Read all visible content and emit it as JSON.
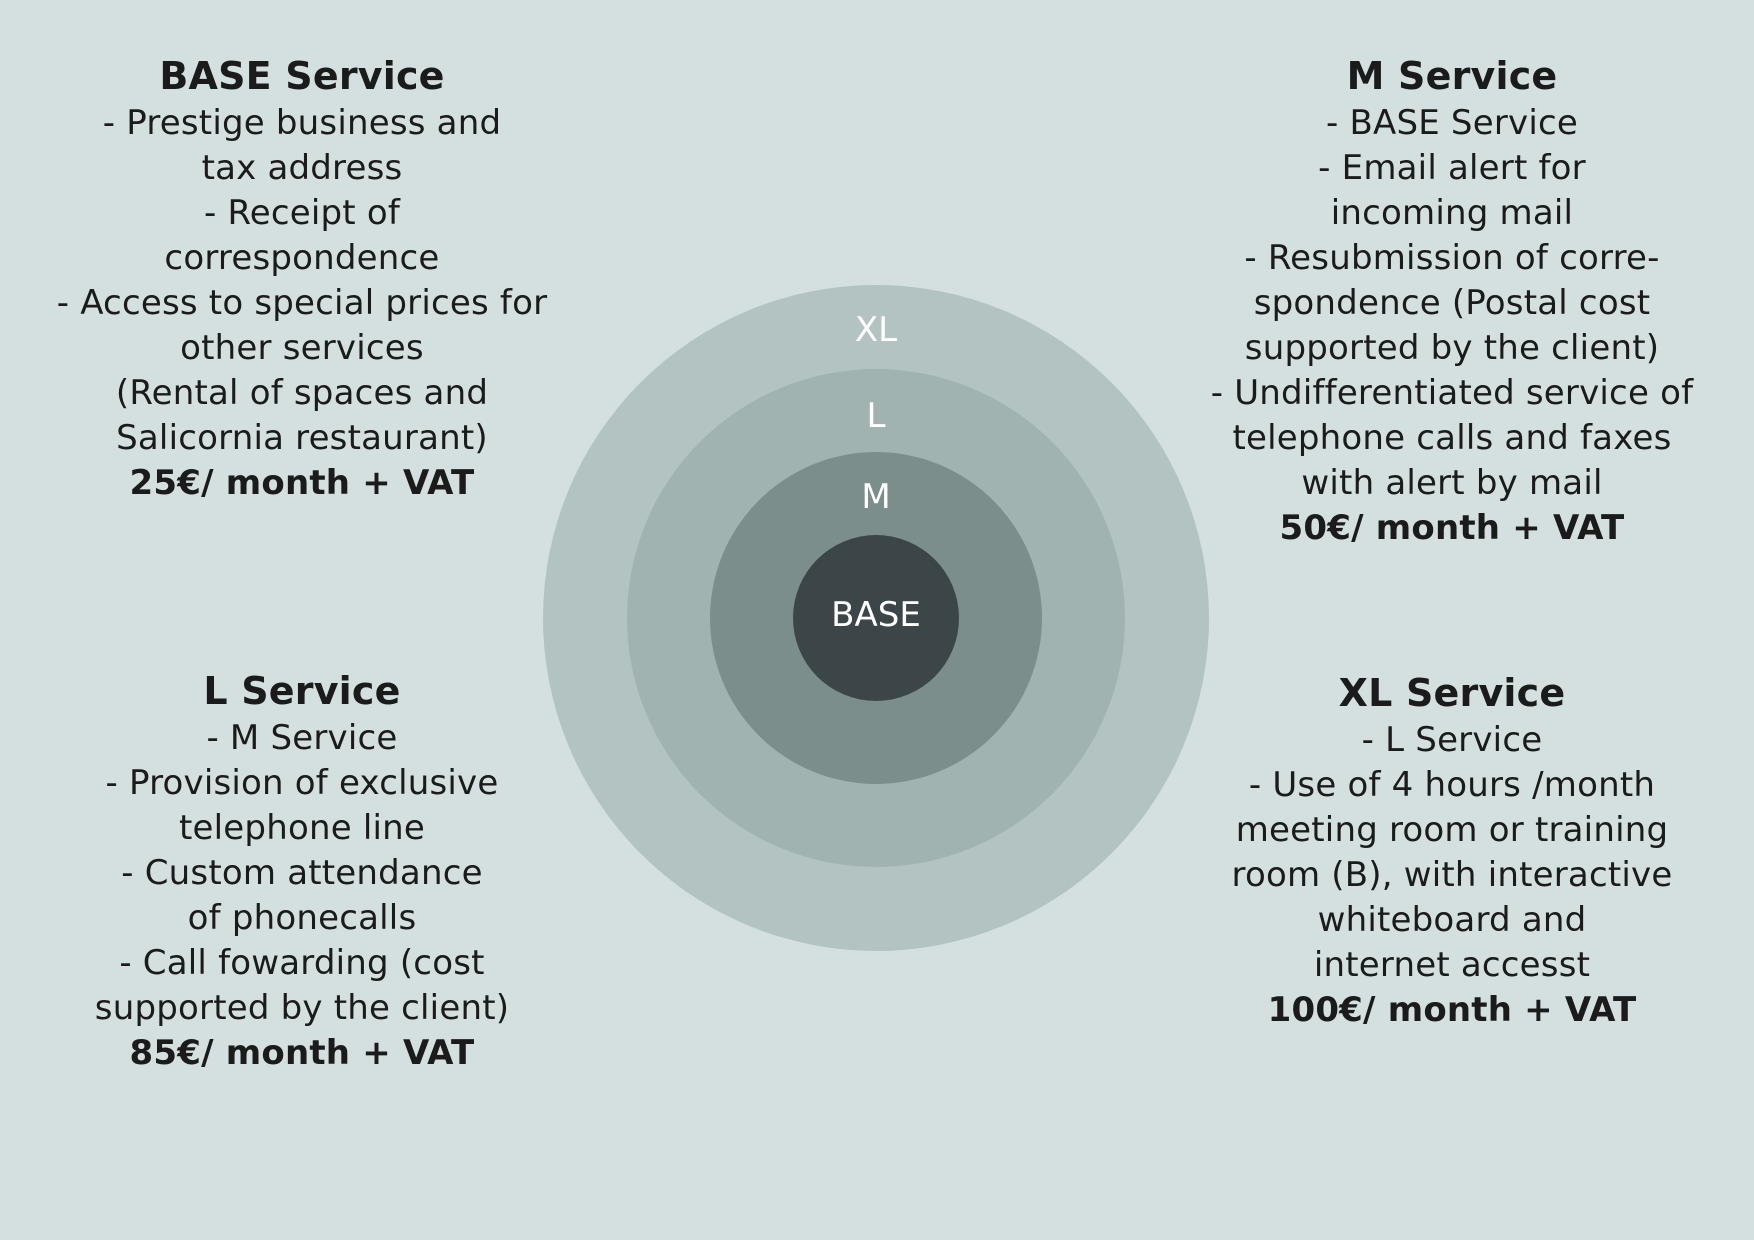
{
  "colors": {
    "background": "#d4e0e0",
    "ring_xl": "#b3c3c2",
    "ring_l": "#a1b3b1",
    "ring_m": "#7b8e8c",
    "ring_base": "#3c4649",
    "label": "#ffffff",
    "text": "#1b1b1b"
  },
  "rings": {
    "xl": "XL",
    "l": "L",
    "m": "M",
    "base": "BASE"
  },
  "services": {
    "base": {
      "title": "BASE Service",
      "lines": [
        "- Prestige business and",
        "tax address",
        "- Receipt of",
        "correspondence",
        "- Access to special prices for",
        "other services",
        "(Rental of spaces and",
        "Salicornia restaurant)"
      ],
      "price": "25€/ month + VAT"
    },
    "m": {
      "title": "M Service",
      "lines": [
        "- BASE Service",
        "- Email alert for",
        "incoming mail",
        "- Resubmission of corre-",
        "spondence (Postal cost",
        "supported by the client)",
        "- Undifferentiated service of",
        "telephone calls and faxes",
        "with alert by mail"
      ],
      "price": "50€/ month + VAT"
    },
    "l": {
      "title": "L Service",
      "lines": [
        "- M Service",
        "- Provision of exclusive",
        "telephone line",
        "- Custom attendance",
        "of phonecalls",
        "- Call fowarding (cost",
        "supported by the client)"
      ],
      "price": "85€/ month + VAT"
    },
    "xl": {
      "title": "XL Service",
      "lines": [
        "- L Service",
        "- Use of 4 hours /month",
        "meeting room or training",
        "room (B), with interactive",
        "whiteboard and",
        "internet accesst"
      ],
      "price": "100€/ month + VAT"
    }
  }
}
